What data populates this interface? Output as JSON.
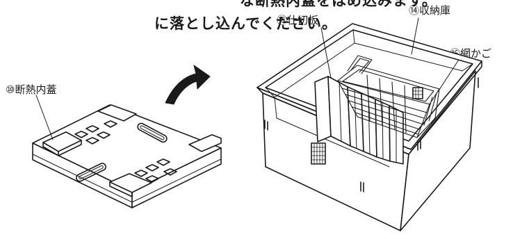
{
  "instructions": {
    "line1": "な断熱内蓋をはめ込みます。",
    "line2": "に落とし込んでください。"
  },
  "labels": {
    "lid": "⑩断熱内蓋",
    "divider": "⑮仕切板",
    "storage": "⑭収納庫",
    "basket": "⑯網かご"
  }
}
